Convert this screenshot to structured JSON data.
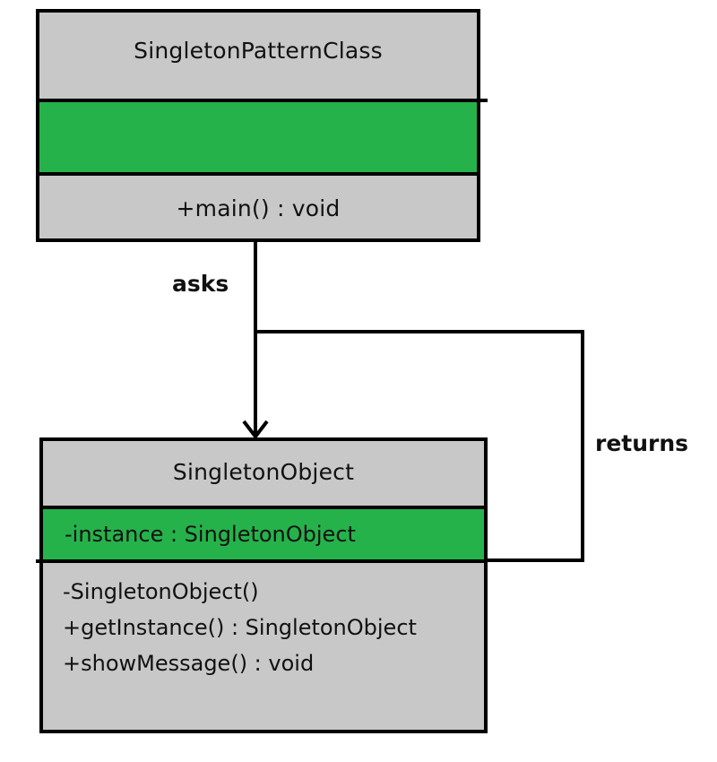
{
  "classes": {
    "singleton_pattern_class": {
      "name": "SingletonPatternClass",
      "attributes": [],
      "methods": [
        "+main() : void"
      ]
    },
    "singleton_object": {
      "name": "SingletonObject",
      "attributes": [
        "-instance : SingletonObject"
      ],
      "methods": [
        "-SingletonObject()",
        "+getInstance() : SingletonObject",
        "+showMessage() : void"
      ]
    }
  },
  "edges": {
    "asks": {
      "label": "asks"
    },
    "returns": {
      "label": "returns"
    }
  },
  "colors": {
    "compartment_gray": "#c8c8c8",
    "attribute_green": "#26b24b",
    "line": "#000000"
  }
}
